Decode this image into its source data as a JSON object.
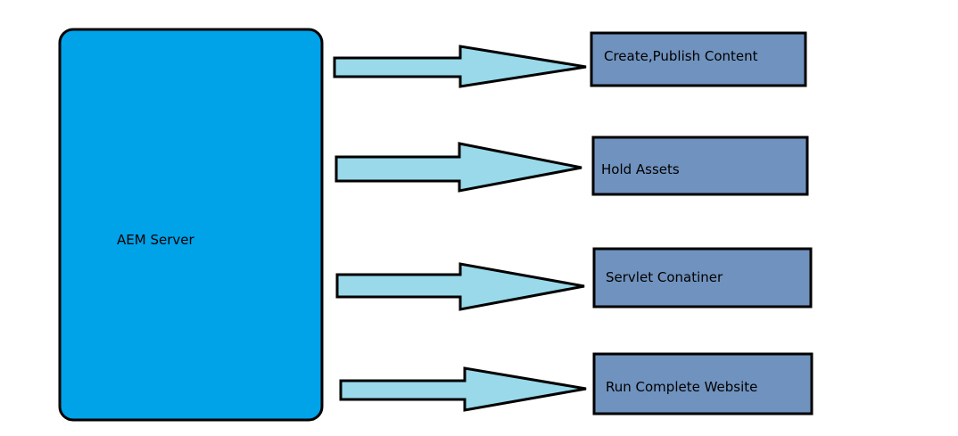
{
  "server": {
    "label": "AEM Server",
    "color": "#00a2e8"
  },
  "roles": [
    {
      "label": "Create,Publish Content"
    },
    {
      "label": "Hold Assets"
    },
    {
      "label": "Servlet Conatiner"
    },
    {
      "label": "Run Complete Website"
    }
  ],
  "colors": {
    "role_box": "#7092be",
    "arrow": "#99d9ea",
    "outline": "#000000"
  }
}
